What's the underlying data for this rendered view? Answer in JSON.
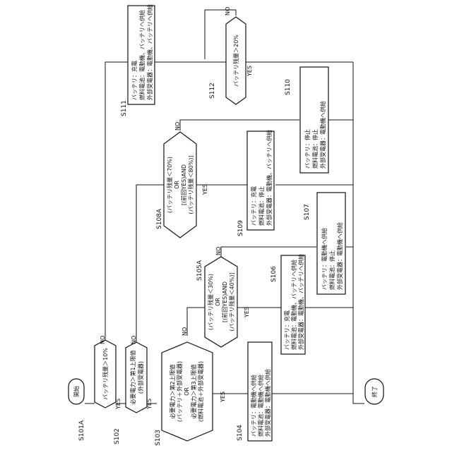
{
  "nodes": {
    "start": {
      "label": "開始"
    },
    "end": {
      "label": "終了"
    },
    "s101a": {
      "step": "S101A",
      "lines": [
        "バッテリ残量＞10%"
      ],
      "yes": "YES",
      "no": "NO"
    },
    "s102": {
      "step": "S102",
      "lines": [
        "必要電力＞第1上限値",
        "(外部受電器)"
      ],
      "yes": "YES",
      "no": "NO"
    },
    "s103": {
      "step": "S103",
      "lines": [
        "必要電力＞第2上限値",
        "(バッテリ＋外部受電器)",
        "OR",
        "必要電力＞第3上限値",
        "(燃料電池＋外部受電器)"
      ],
      "yes": "YES",
      "no": "NO"
    },
    "s104": {
      "step": "S104",
      "lines": [
        "バッテリ：電動機へ供給",
        "燃料電池：電動機へ供給",
        "外部受電器：電動機へ供給"
      ]
    },
    "s105a": {
      "step": "S105A",
      "lines": [
        "(バッテリ残量＜30%)",
        "OR",
        "[(前回YES)AND",
        "(バッテリ残量＜40%)]"
      ],
      "yes": "YES",
      "no": "NO"
    },
    "s106": {
      "step": "S106",
      "lines": [
        "バッテリ：充電",
        "燃料電池：電動機、バッテリへ供給",
        "外部受電器：電動機、バッテリへ供給"
      ]
    },
    "s107": {
      "step": "S107",
      "lines": [
        "バッテリ：電動機へ供給",
        "燃料電池：停止",
        "外部受電器：電動機へ供給"
      ]
    },
    "s108a": {
      "step": "S108A",
      "lines": [
        "(バッテリ残量＜70%)",
        "OR",
        "[(前回YES)AND",
        "(バッテリ残量＜80%)]"
      ],
      "yes": "YES",
      "no": "NO"
    },
    "s109": {
      "step": "S109",
      "lines": [
        "バッテリ：充電",
        "燃料電池：停止",
        "外部受電器：電動機、バッテリへ供給"
      ]
    },
    "s110": {
      "step": "S110",
      "lines": [
        "バッテリ：停止",
        "燃料電池：停止",
        "外部受電器：電動機へ供給"
      ]
    },
    "s111": {
      "step": "S111",
      "lines": [
        "バッテリ：充電",
        "燃料電池：電動機、バッテリへ供給",
        "外部受電器：電動機、バッテリへ供給"
      ]
    },
    "s112": {
      "step": "S112",
      "lines": [
        "バッテリ残量＞20%"
      ],
      "yes": "YES",
      "no": "NO"
    }
  }
}
